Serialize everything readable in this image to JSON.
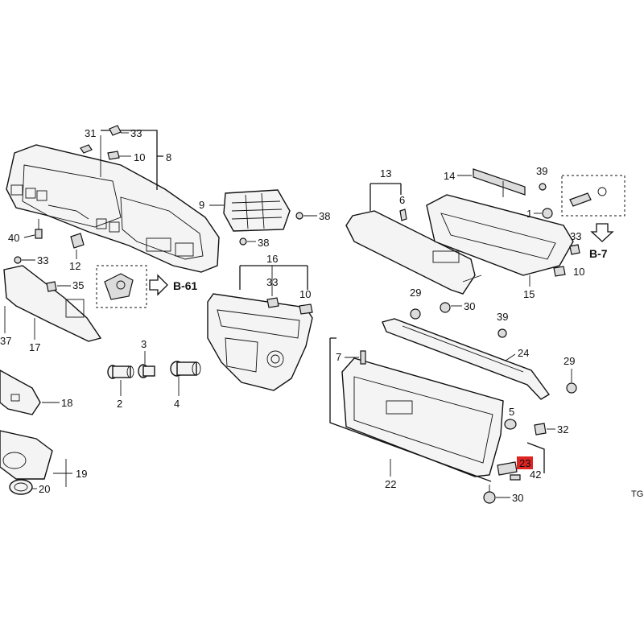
{
  "callouts": {
    "c31": "31",
    "c33a": "33",
    "c10a": "10",
    "c8": "8",
    "c9": "9",
    "c38a": "38",
    "c38b": "38",
    "c40": "40",
    "c12": "12",
    "c33b": "33",
    "c35": "35",
    "c37": "37",
    "c17": "17",
    "c18": "18",
    "c19": "19",
    "c20": "20",
    "c2": "2",
    "c3": "3",
    "c4": "4",
    "c16": "16",
    "c33c": "33",
    "c10b": "10",
    "c13": "13",
    "c6": "6",
    "c14": "14",
    "c39a": "39",
    "c1": "1",
    "c33d": "33",
    "c10c": "10",
    "c15": "15",
    "c29a": "29",
    "c30a": "30",
    "c39b": "39",
    "c24": "24",
    "c29b": "29",
    "c7": "7",
    "c5": "5",
    "c32": "32",
    "c23": "23",
    "c42": "42",
    "c22": "22",
    "c30b": "30"
  },
  "refs": {
    "b61": "B-61",
    "b7": "B-7"
  },
  "corner_code": "TG",
  "highlight_color": "#e02424"
}
